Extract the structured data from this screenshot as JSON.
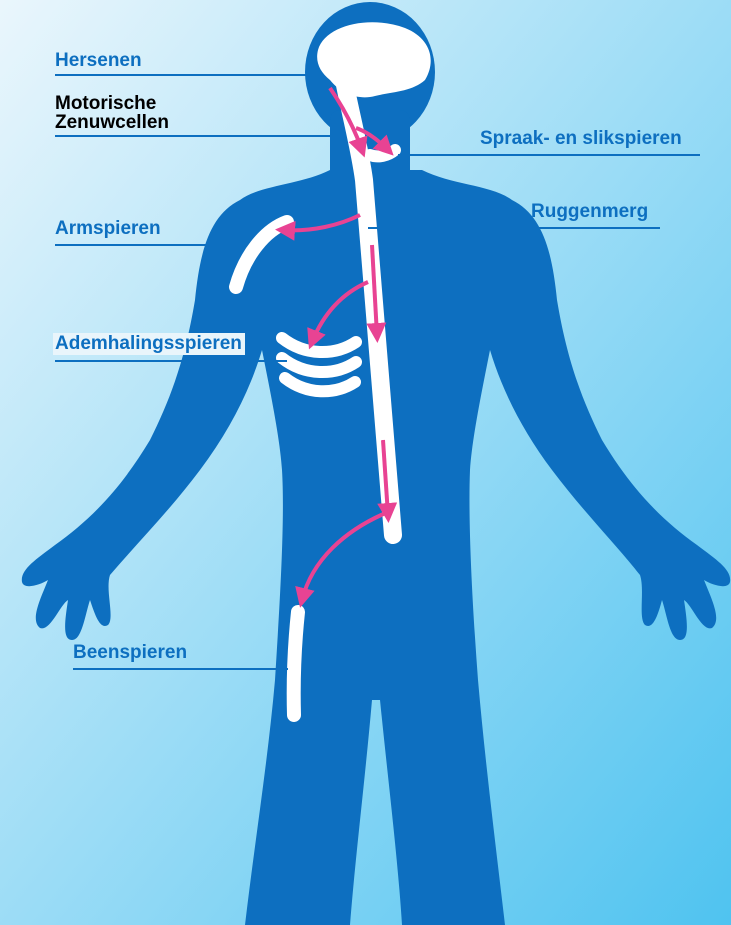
{
  "colors": {
    "background_top": "#eaf6fc",
    "background_bottom": "#4fc3f0",
    "body": "#0d6fc0",
    "nerve_and_muscles": "#ffffff",
    "arrows": "#e84393",
    "label_text": "#0d6fc0",
    "label_text_dark": "#000000"
  },
  "labels": {
    "hersenen": "Hersenen",
    "motorische_line1": "Motorische",
    "motorische_line2": "Zenuwcellen",
    "spraak": "Spraak- en slikspieren",
    "ruggenmerg": "Ruggenmerg",
    "armspieren": "Armspieren",
    "ademhaling": "Ademhalingsspieren",
    "beenspieren": "Beenspieren"
  }
}
